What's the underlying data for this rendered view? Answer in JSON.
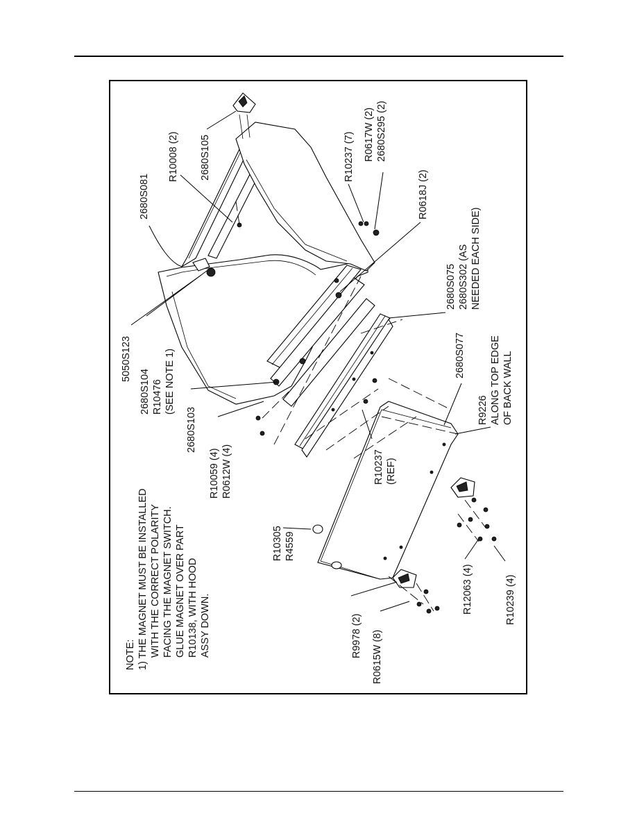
{
  "note": {
    "heading": "NOTE:",
    "lines": [
      "1) THE MAGNET MUST BE INSTALLED",
      "WITH THE CORRECT POLARITY",
      "FACING THE MAGNET SWITCH.",
      "GLUE MAGNET OVER PART",
      "R10138, WITH HOOD",
      "ASSY DOWN."
    ]
  },
  "callouts": {
    "c_2680S081": [
      "2680S081"
    ],
    "c_2680S105": [
      "2680S105"
    ],
    "c_R10008": [
      "R10008 (2)"
    ],
    "c_R10237_7": [
      "R10237 (7)"
    ],
    "c_R0617W": [
      "R0617W (2)",
      "2680S295 (2)"
    ],
    "c_R0618J": [
      "R0618J (2)"
    ],
    "c_2680S075": [
      "2680S075",
      "2680S302 (AS",
      "NEEDED EACH SIDE)"
    ],
    "c_5050S123": [
      "5050S123"
    ],
    "c_2680S104": [
      "2680S104",
      "R10476",
      "(SEE NOTE 1)"
    ],
    "c_2680S077": [
      "2680S077"
    ],
    "c_R9226": [
      "R9226",
      "ALONG TOP EDGE",
      "OF BACK WALL"
    ],
    "c_2680S103": [
      "2680S103"
    ],
    "c_R10059": [
      "R10059 (4)",
      "R0612W (4)"
    ],
    "c_R10237_ref": [
      "R10237",
      "(REF)"
    ],
    "c_R10305": [
      "R10305",
      "R4559"
    ],
    "c_R12063": [
      "R12063 (4)"
    ],
    "c_R10239": [
      "R10239 (4)"
    ],
    "c_R9978": [
      "R9978 (2)"
    ],
    "c_R0615W": [
      "R0615W (8)"
    ]
  }
}
